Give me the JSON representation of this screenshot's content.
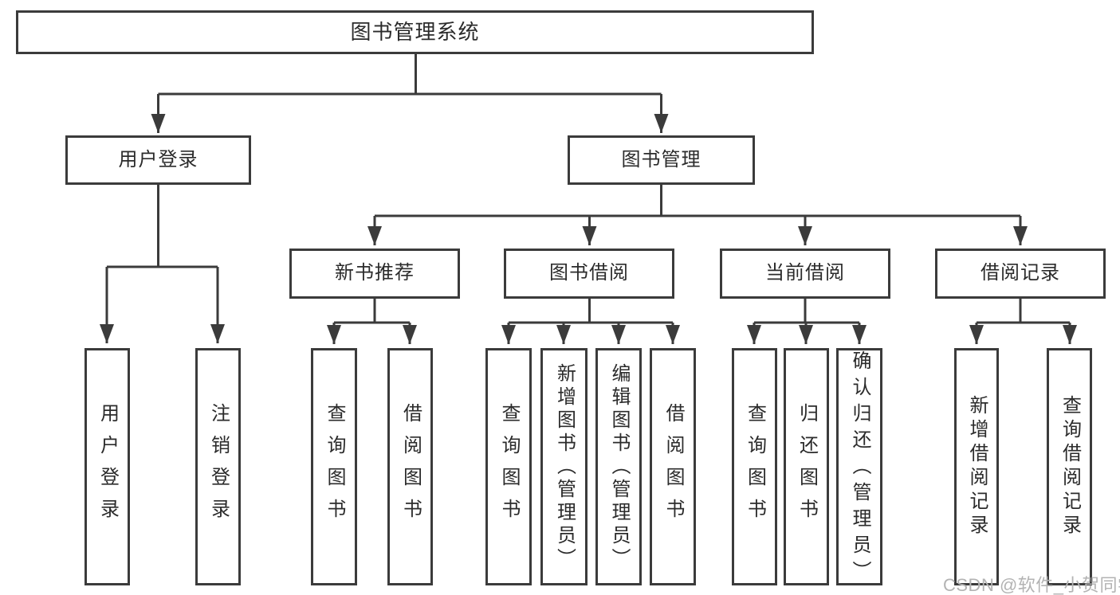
{
  "colors": {
    "line": "#3b3b3b",
    "text": "#2b2b2b",
    "watermark": "#b3b3b3",
    "bg": "#ffffff"
  },
  "watermark": {
    "text": "CSDN @软件_小贺同学"
  },
  "diagram": {
    "root": {
      "label": "图书管理系统"
    },
    "branches": [
      {
        "label": "用户登录",
        "children": [
          {
            "label": "用户登录"
          },
          {
            "label": "注销登录"
          }
        ]
      },
      {
        "label": "图书管理",
        "children": [
          {
            "label": "新书推荐",
            "children": [
              {
                "label": "查询图书"
              },
              {
                "label": "借阅图书"
              }
            ]
          },
          {
            "label": "图书借阅",
            "children": [
              {
                "label": "查询图书"
              },
              {
                "label": "新增图书（管理员）"
              },
              {
                "label": "编辑图书（管理员）"
              },
              {
                "label": "借阅图书"
              }
            ]
          },
          {
            "label": "当前借阅",
            "children": [
              {
                "label": "查询图书"
              },
              {
                "label": "归还图书"
              },
              {
                "label": "确认归还（管理员）"
              }
            ]
          },
          {
            "label": "借阅记录",
            "children": [
              {
                "label": "新增借阅记录"
              },
              {
                "label": "查询借阅记录"
              }
            ]
          }
        ]
      }
    ]
  }
}
